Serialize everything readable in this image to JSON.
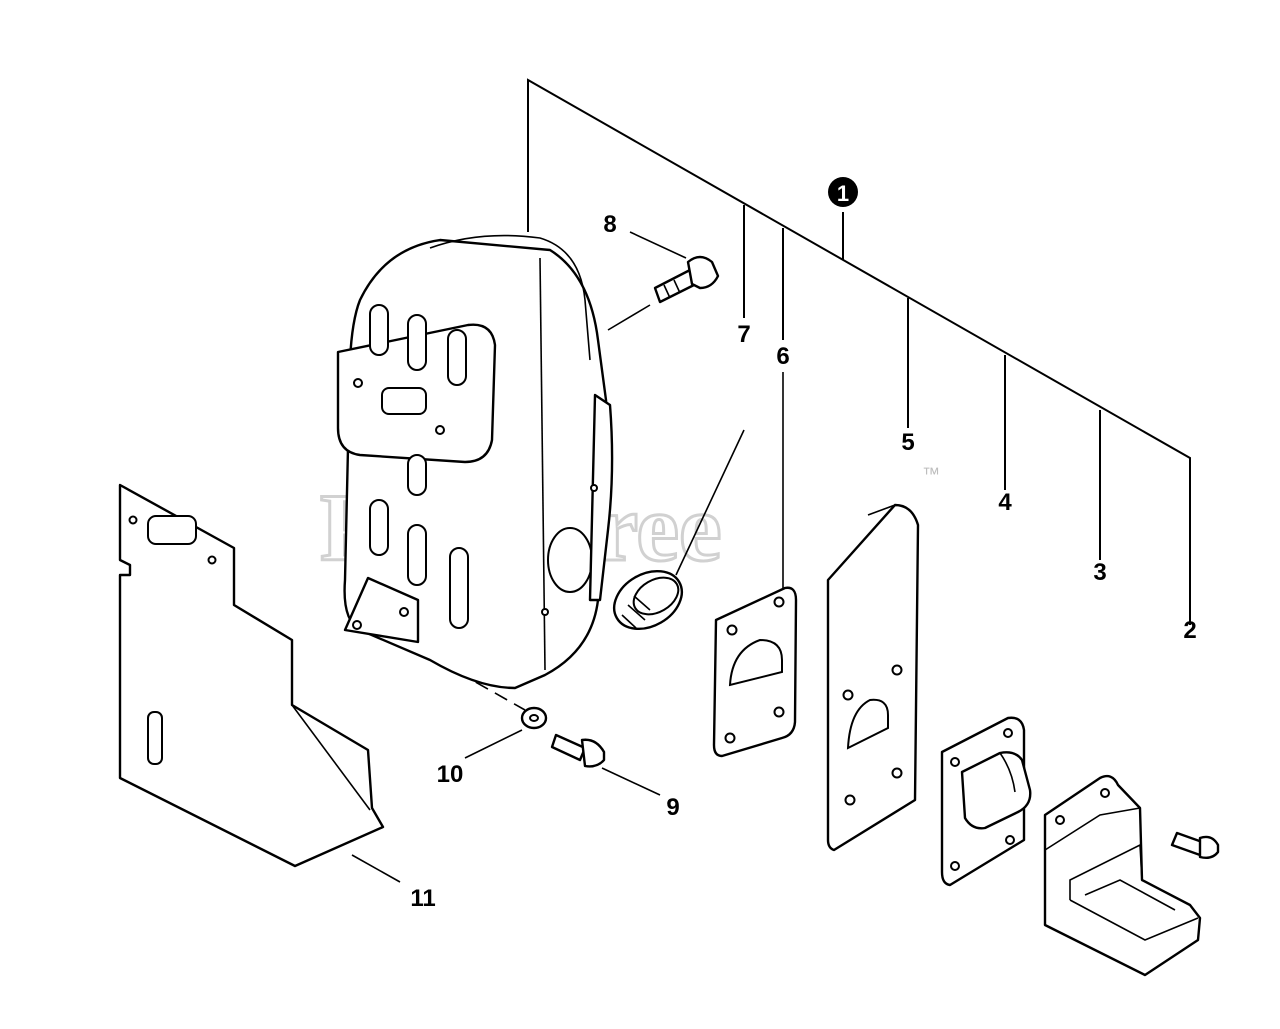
{
  "watermark": {
    "text": "PartsTree",
    "trademark": "™"
  },
  "assembly_badge": "1",
  "callouts": [
    {
      "id": "2",
      "text": "2"
    },
    {
      "id": "3",
      "text": "3"
    },
    {
      "id": "4",
      "text": "4"
    },
    {
      "id": "5",
      "text": "5"
    },
    {
      "id": "6",
      "text": "6"
    },
    {
      "id": "7",
      "text": "7"
    },
    {
      "id": "8",
      "text": "8"
    },
    {
      "id": "9",
      "text": "9"
    },
    {
      "id": "10",
      "text": "10"
    },
    {
      "id": "11",
      "text": "11"
    }
  ]
}
